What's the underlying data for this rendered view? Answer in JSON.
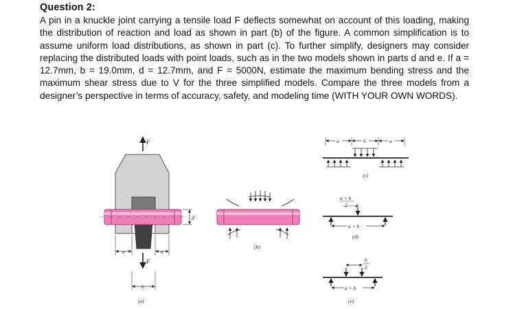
{
  "question": {
    "title": "Question 2:",
    "body": "A pin in a knuckle joint carrying a tensile load F deflects somewhat on account of this loading, making the distribution of reaction and load as shown in part (b) of the figure. A common simplification is to assume uniform load distributions, as shown in part (c). To further simplify, designers may consider replacing the distributed loads with point loads, such as in the two models shown in parts d and e. If a = 12.7mm, b = 19.0mm, d = 12.7mm, and F = 5000N, estimate the maximum bending stress and the maximum shear stress due to V for the three simplified models. Compare the three models from a designer’s perspective in terms of accuracy, safety, and modeling time (WITH YOUR OWN WORDS)."
  },
  "figure": {
    "load_label": "F",
    "dim_a": "a",
    "dim_b": "b",
    "dim_d": "d",
    "dim_a_plus_b": "a + b",
    "frac_num_ab": "a + b",
    "frac_den": "2",
    "frac_num_b": "b",
    "part_a": "(a)",
    "part_b": "(b)",
    "part_c": "(c)",
    "part_d": "(d)",
    "part_e": "(e)",
    "colors": {
      "pin": "#ef7fb4",
      "knuckle": "#d3d3d3",
      "pin_dark": "#c24a86"
    }
  }
}
